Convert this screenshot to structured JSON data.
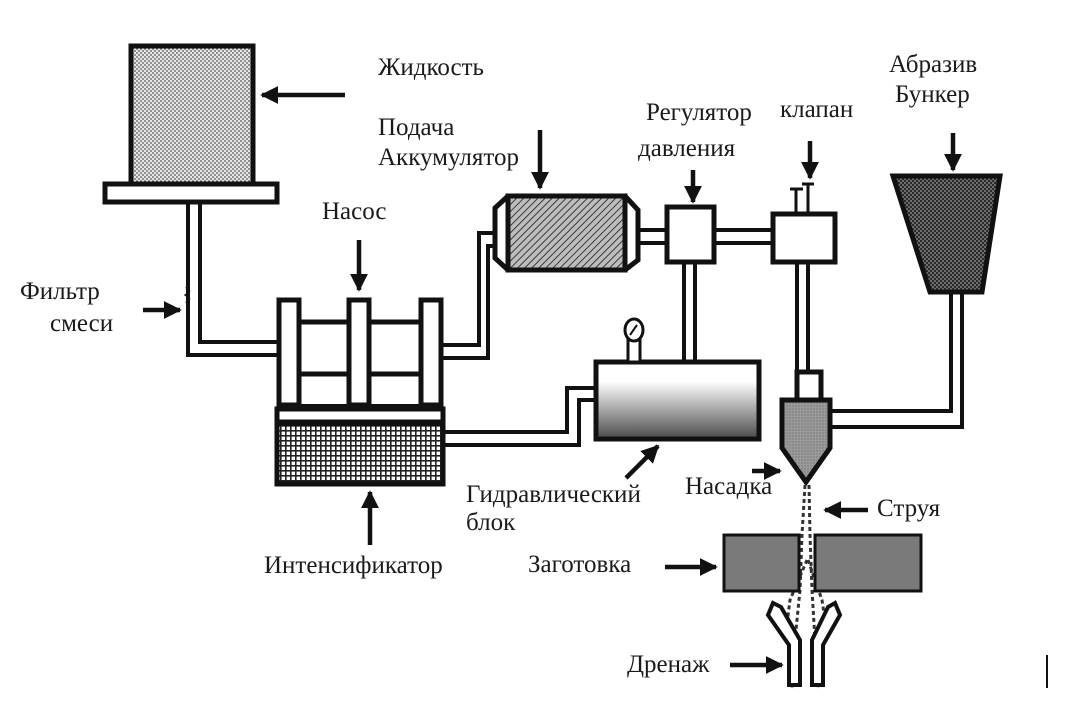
{
  "diagram": {
    "title": "",
    "labels": {
      "liquid": "Жидкость",
      "feed_line1": "Подача",
      "feed_line2": "Аккумулятор",
      "regulator_line1": "Регулятор",
      "regulator_line2": "давления",
      "valve": "клапан",
      "abrasive_line1": "Абразив",
      "abrasive_line2": "Бункер",
      "pump": "Насос",
      "filter_line1": "Фильтр",
      "filter_line2": "смеси",
      "hydraulic_line1": "Гидравлический",
      "hydraulic_line2": "блок",
      "nozzle": "Насадка",
      "jet": "Струя",
      "workpiece": "Заготовка",
      "intensifier": "Интенсификатор",
      "drain": "Дренаж"
    },
    "components": [
      {
        "id": "liquid-tank",
        "label_key": "liquid"
      },
      {
        "id": "filter",
        "label_key": "filter_line1"
      },
      {
        "id": "pump",
        "label_key": "pump"
      },
      {
        "id": "intensifier",
        "label_key": "intensifier"
      },
      {
        "id": "accumulator",
        "label_key": "feed_line2"
      },
      {
        "id": "pressure-regulator",
        "label_key": "regulator_line1"
      },
      {
        "id": "valve",
        "label_key": "valve"
      },
      {
        "id": "abrasive-hopper",
        "label_key": "abrasive_line1"
      },
      {
        "id": "hydraulic-unit",
        "label_key": "hydraulic_line1"
      },
      {
        "id": "nozzle",
        "label_key": "nozzle"
      },
      {
        "id": "jet",
        "label_key": "jet"
      },
      {
        "id": "workpiece",
        "label_key": "workpiece"
      },
      {
        "id": "drain",
        "label_key": "drain"
      }
    ],
    "colors": {
      "stroke": "#111111",
      "workpiece_fill": "#7a7a7a",
      "nozzle_fill": "#8a8a8a",
      "hatch_fill": "#9a9a9a",
      "background": "#ffffff"
    }
  }
}
